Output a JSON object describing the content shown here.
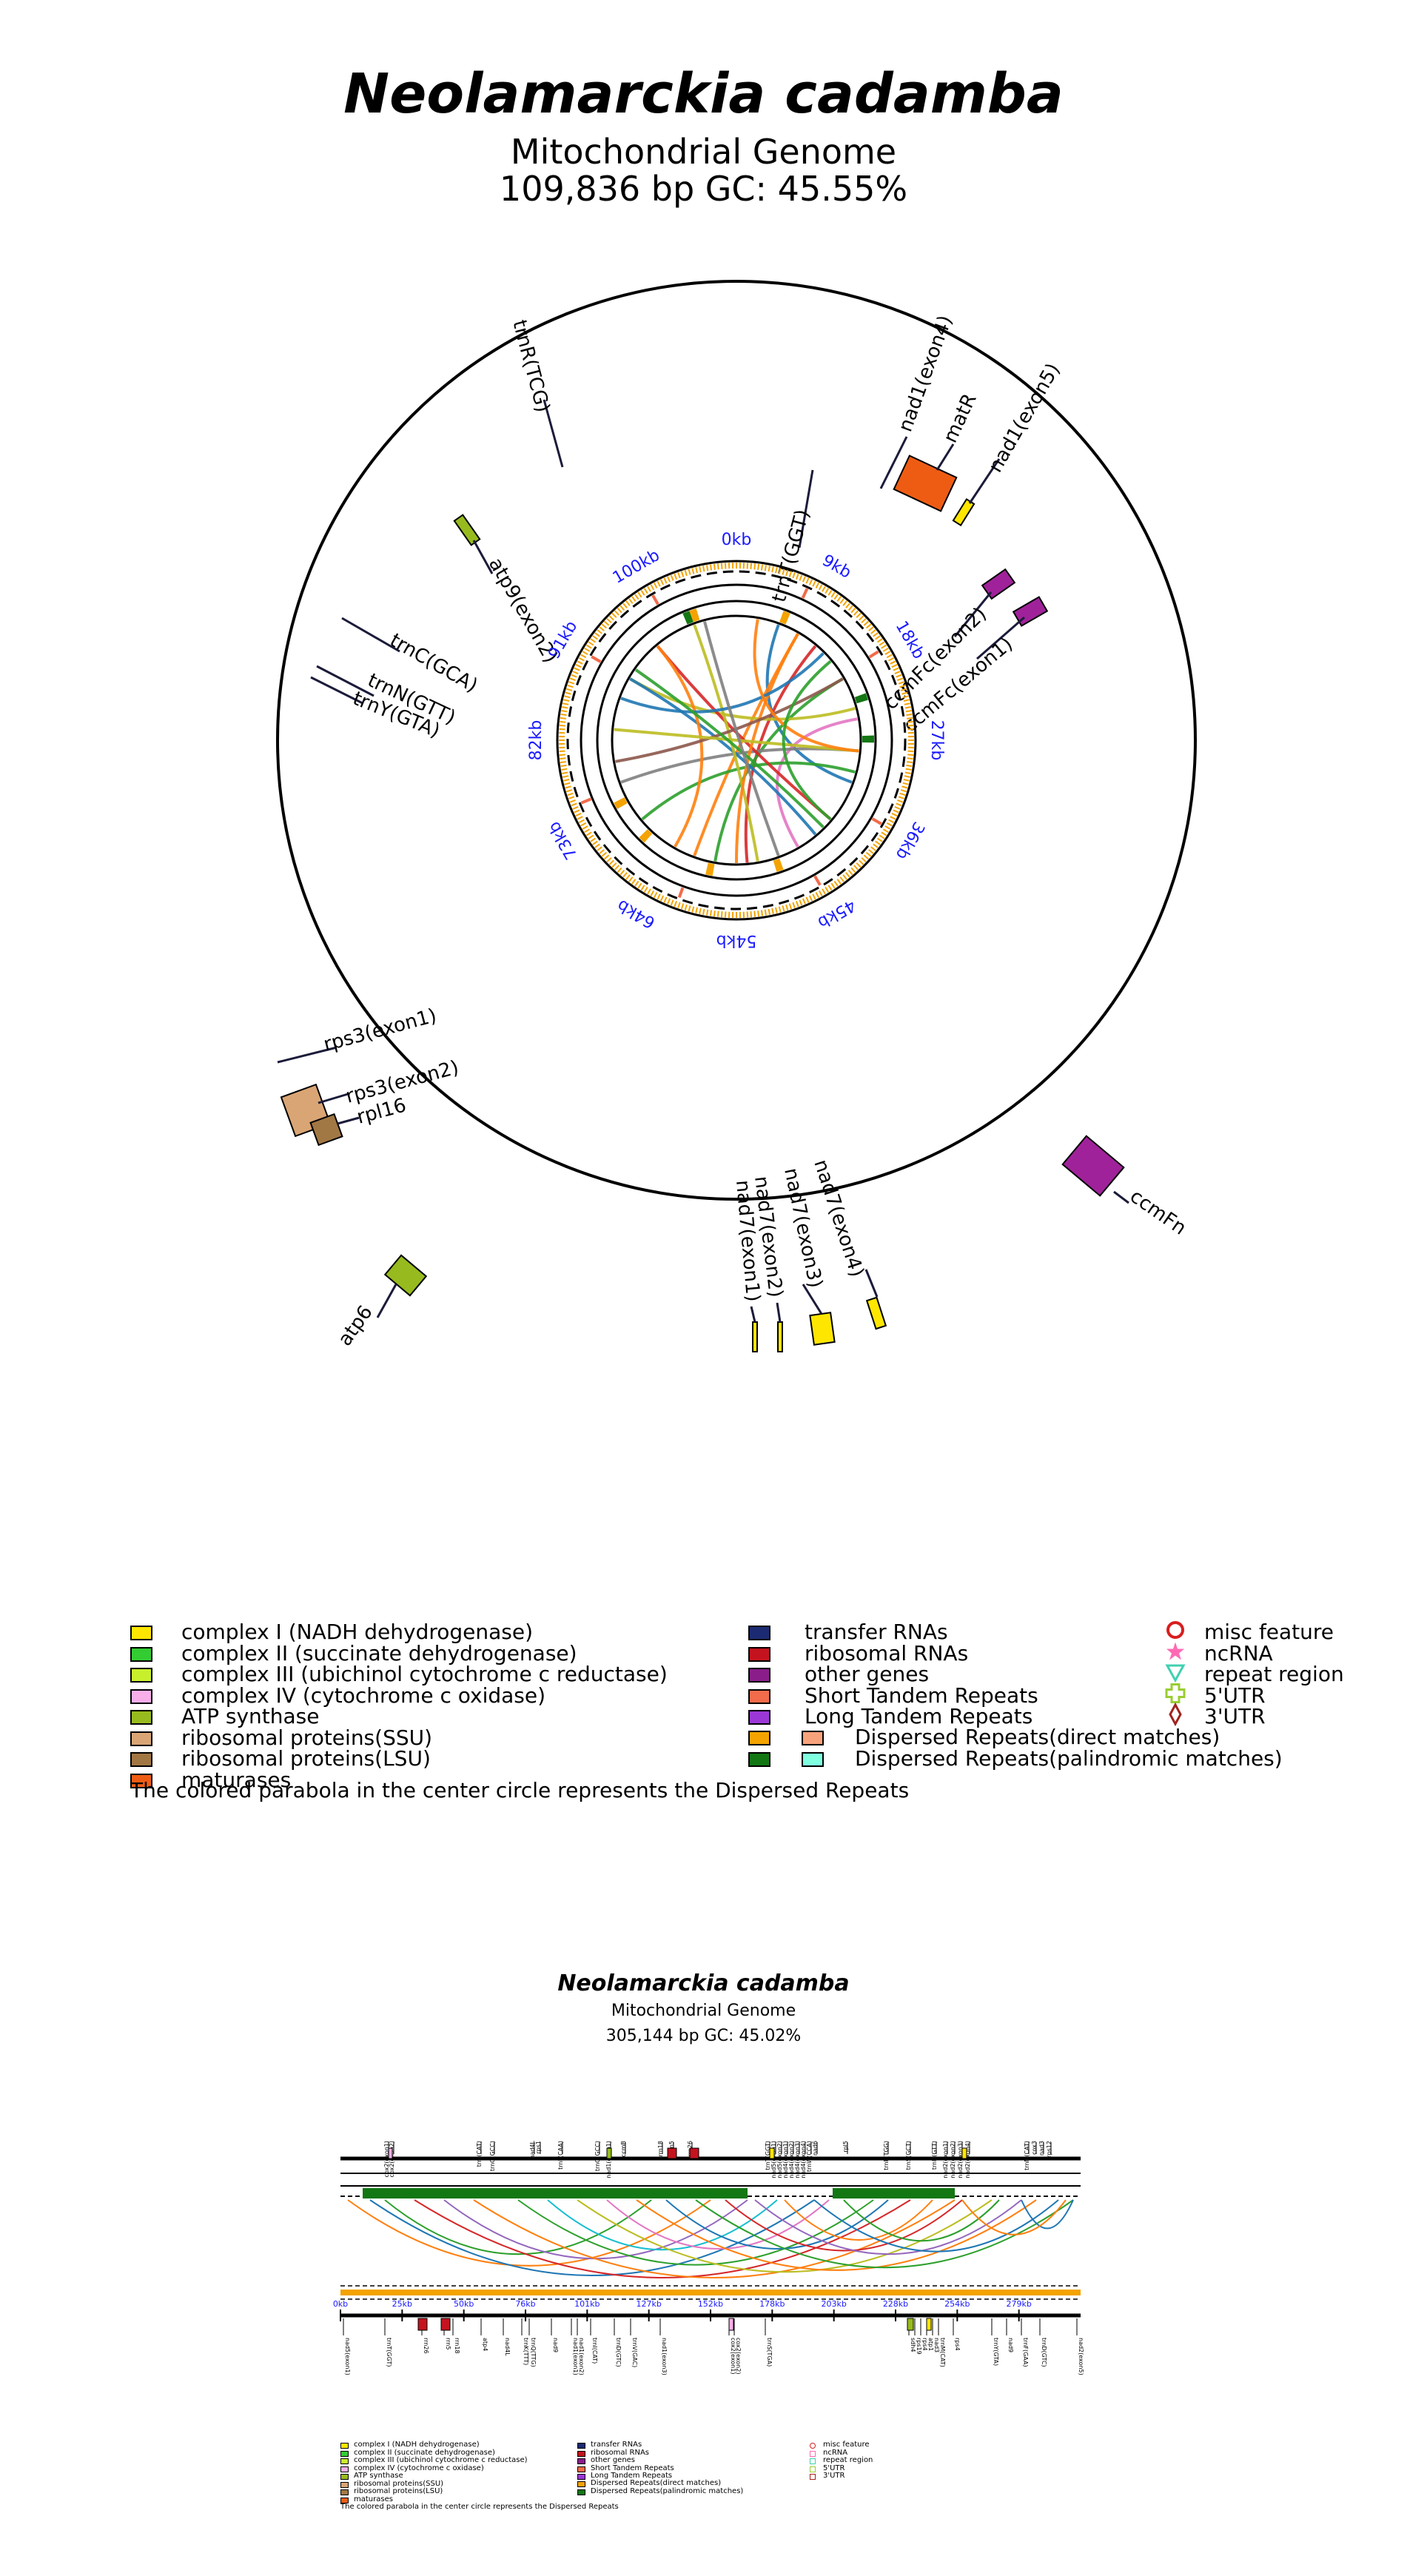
{
  "colors": {
    "complex_i": "#ffe600",
    "complex_ii": "#33cc33",
    "complex_iii": "#c8ef2b",
    "complex_iv": "#f8aee8",
    "atp": "#97bb1e",
    "rps": "#d9a574",
    "rpl": "#a17844",
    "maturase": "#ee5c14",
    "trna": "#1b2a72",
    "rrna": "#c4131e",
    "other": "#a0229a",
    "str": "#f26b4a",
    "ltr": "#9b37d6",
    "dr_direct": "#f4a300",
    "dr_direct2": "#f8a27b",
    "dr_pal": "#137713",
    "dr_pal2": "#80ffe0"
  },
  "circular": {
    "species": "Neolamarckia cadamba",
    "subtitle": "Mitochondrial Genome",
    "stats": "109,836 bp  GC: 45.55%",
    "ticks": [
      "0kb",
      "9kb",
      "18kb",
      "27kb",
      "36kb",
      "45kb",
      "54kb",
      "64kb",
      "73kb",
      "82kb",
      "91kb",
      "100kb"
    ],
    "genes": [
      {
        "label": "trnR(TCG)",
        "type": "trna"
      },
      {
        "label": "nad1(exon4)",
        "type": "complex_i"
      },
      {
        "label": "matR",
        "type": "maturase"
      },
      {
        "label": "nad1(exon5)",
        "type": "complex_i"
      },
      {
        "label": "atp9(exon2)",
        "type": "atp"
      },
      {
        "label": "trnT(GGT)",
        "type": "trna"
      },
      {
        "label": "ccmFc(exon2)",
        "type": "other"
      },
      {
        "label": "ccmFc(exon1)",
        "type": "other"
      },
      {
        "label": "trnC(GCA)",
        "type": "trna"
      },
      {
        "label": "trnN(GTT)",
        "type": "trna"
      },
      {
        "label": "trnY(GTA)",
        "type": "trna"
      },
      {
        "label": "rps3(exon1)",
        "type": "rps"
      },
      {
        "label": "rps3(exon2)",
        "type": "rps"
      },
      {
        "label": "rpl16",
        "type": "rpl"
      },
      {
        "label": "ccmFn",
        "type": "other"
      },
      {
        "label": "nad7(exon4)",
        "type": "complex_i"
      },
      {
        "label": "nad7(exon3)",
        "type": "complex_i"
      },
      {
        "label": "nad7(exon2)",
        "type": "complex_i"
      },
      {
        "label": "nad7(exon1)",
        "type": "complex_i"
      },
      {
        "label": "atp6",
        "type": "atp"
      }
    ]
  },
  "legend": {
    "col1": [
      {
        "label": "complex I (NADH dehydrogenase)",
        "color": "#ffe600"
      },
      {
        "label": "complex II (succinate dehydrogenase)",
        "color": "#33cc33"
      },
      {
        "label": "complex III (ubichinol cytochrome c reductase)",
        "color": "#c8ef2b"
      },
      {
        "label": "complex IV (cytochrome c oxidase)",
        "color": "#f8aee8"
      },
      {
        "label": "ATP synthase",
        "color": "#97bb1e"
      },
      {
        "label": "ribosomal proteins(SSU)",
        "color": "#d9a574"
      },
      {
        "label": "ribosomal proteins(LSU)",
        "color": "#a17844"
      },
      {
        "label": "maturases",
        "color": "#ee5c14"
      }
    ],
    "col2": [
      {
        "label": "transfer RNAs",
        "color": "#1b2a72"
      },
      {
        "label": "ribosomal RNAs",
        "color": "#c4131e"
      },
      {
        "label": "other genes",
        "color": "#8a1d8a"
      },
      {
        "label": "Short Tandem Repeats",
        "color": "#f26b4a"
      },
      {
        "label": "Long Tandem Repeats",
        "color": "#9b37d6"
      }
    ],
    "dispersed": [
      {
        "label": "Dispersed Repeats(direct matches)",
        "c1": "#f4a300",
        "c2": "#f8a27b"
      },
      {
        "label": "Dispersed Repeats(palindromic matches)",
        "c1": "#137713",
        "c2": "#80ffe0"
      }
    ],
    "col3": [
      {
        "label": "misc feature",
        "symbol": "circle",
        "color": "#d91e1e"
      },
      {
        "label": "ncRNA",
        "symbol": "star",
        "color": "#ff69b4"
      },
      {
        "label": "repeat region",
        "symbol": "triangle",
        "color": "#40d0b0"
      },
      {
        "label": "5'UTR",
        "symbol": "cross",
        "color": "#9acd32"
      },
      {
        "label": "3'UTR",
        "symbol": "diamond",
        "color": "#a0221c"
      }
    ],
    "note": "The colored parabola in the center circle represents the Dispersed Repeats"
  },
  "linear": {
    "species": "Neolamarckia cadamba",
    "subtitle": "Mitochondrial Genome",
    "stats": "305,144 bp  GC: 45.02%",
    "ticks": [
      "0kb",
      "25kb",
      "50kb",
      "76kb",
      "101kb",
      "127kb",
      "152kb",
      "178kb",
      "203kb",
      "228kb",
      "254kb",
      "279kb"
    ],
    "top_labels": [
      "cox2(exon1)",
      "cox2(exon2)",
      "trnI(CAT)",
      "trnG(GCC)",
      "nad4L",
      "rps1",
      "trnL(CAA)",
      "trnG(GCC)",
      "nad1(exon1)",
      "ccmB",
      "rrn18",
      "rrn5",
      "rrn26",
      "trnT(GGT)",
      "nad5(exon1)",
      "nad5(exon2)",
      "nad4(exon1)",
      "nad4(exon2)",
      "nad4(exon3)",
      "nad4(exon4)",
      "trnW(CCA)",
      "nad6",
      "rpl5",
      "trnP(TGG)",
      "trnS(GCT)",
      "trnN(GTT)",
      "nad2(exon1)",
      "nad2(exon2)",
      "nad2(exon3)",
      "nad2(exon4)",
      "trnM(CAT)",
      "cox3",
      "nad3",
      "rps12"
    ],
    "bottom_labels": [
      "nad5(exon1)",
      "trnT(GGT)",
      "rrn26",
      "rrn5",
      "rrn18",
      "atp4",
      "nad4L",
      "trnK(TTT)",
      "trnQ(TTG)",
      "nad9",
      "nad1(exon1)",
      "nad1(exon2)",
      "trnI(CAT)",
      "trnD(GTC)",
      "trnV(GAC)",
      "nad1(exon3)",
      "cox2(exon1)",
      "cox2(exon2)",
      "trnS(TGA)",
      "sdh4",
      "rps19",
      "rps4",
      "atp1",
      "nad3",
      "trnM(CAT)",
      "rps4",
      "trnY(GTA)",
      "nad9",
      "trnF(GAA)",
      "trnD(GTC)",
      "nad2(exon5)"
    ],
    "legend_note": "The colored parabola in the center circle represents the Dispersed Repeats"
  }
}
